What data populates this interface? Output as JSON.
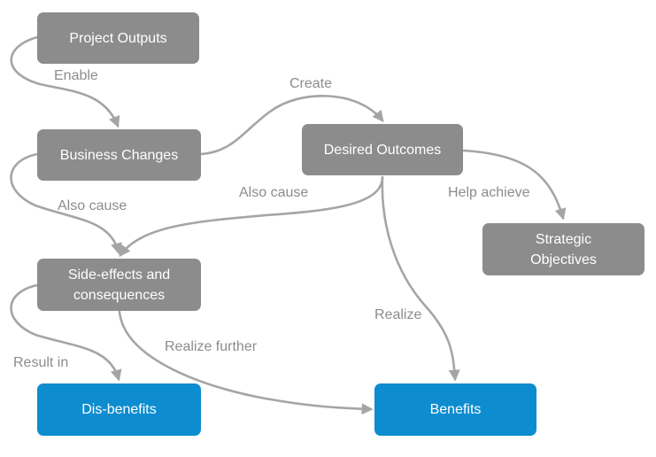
{
  "nodes": {
    "project_outputs": "Project Outputs",
    "business_changes": "Business Changes",
    "desired_outcomes": "Desired Outcomes",
    "strategic_objectives": [
      "Strategic",
      "Objectives"
    ],
    "side_effects": [
      "Side-effects and",
      "consequences"
    ],
    "dis_benefits": "Dis-benefits",
    "benefits": "Benefits"
  },
  "edges": {
    "enable": "Enable",
    "create": "Create",
    "also_cause_left": "Also cause",
    "also_cause_right": "Also cause",
    "help_achieve": "Help achieve",
    "realize": "Realize",
    "result_in": "Result in",
    "realize_further": "Realize further"
  },
  "colors": {
    "node_gray": "#8c8c8c",
    "node_blue": "#0d8ccf",
    "connector": "#a5a5a5",
    "label_text": "#8c8c8c"
  }
}
